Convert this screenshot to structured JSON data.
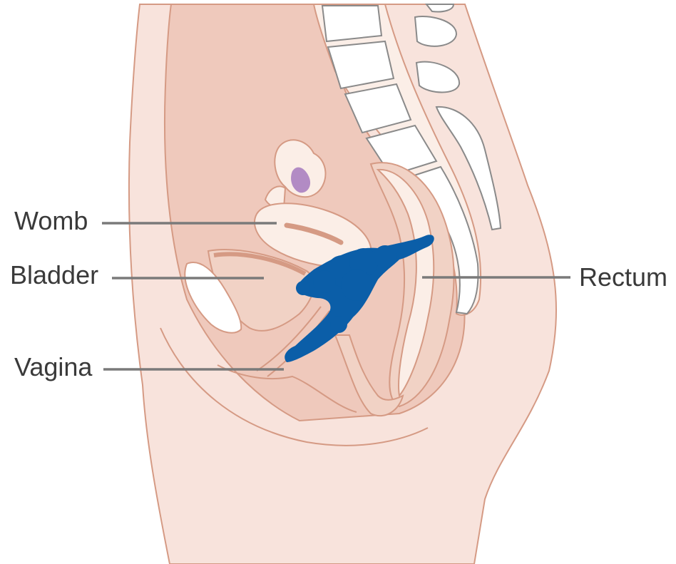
{
  "labels": {
    "womb": "Womb",
    "bladder": "Bladder",
    "vagina": "Vagina",
    "rectum": "Rectum"
  },
  "colors": {
    "skin": "#f8e3dc",
    "cavity": "#efc9bc",
    "organ_light": "#fbeee7",
    "organ_mid": "#f1d2c5",
    "outline": "#d59a84",
    "bone": "#ffffff",
    "bone_outline": "#8a8a8a",
    "tumour": "#0b5ea8",
    "ovary": "#b28bc4",
    "leader": "#7a7a7a",
    "text": "#3a3a3a"
  }
}
